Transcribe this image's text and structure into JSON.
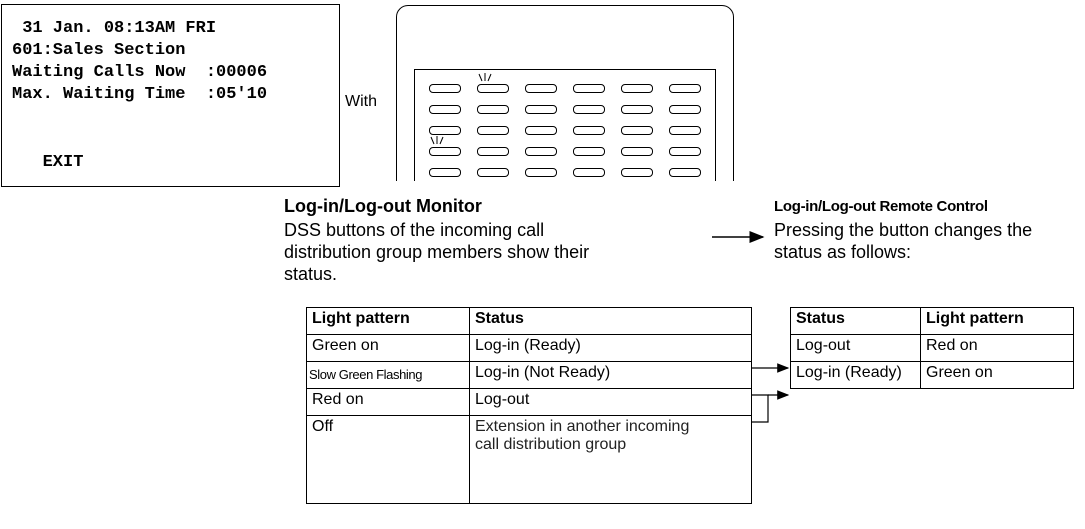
{
  "lcd": {
    "lines": [
      " 31 Jan. 08:13AM FRI",
      "601:Sales Section",
      "Waiting Calls Now  :00006",
      "Max. Waiting Time  :05'10",
      "",
      "   EXIT"
    ]
  },
  "with_label": "With",
  "monitor": {
    "title": "Log-in/Log-out Monitor",
    "description": "DSS buttons of the incoming call distribution group members show their status."
  },
  "remote": {
    "title": "Log-in/Log-out Remote Control",
    "description": "Pressing the button changes the status as follows:"
  },
  "table_monitor": {
    "headers": [
      "Light pattern",
      "Status"
    ],
    "rows": [
      [
        "Green on",
        "Log-in (Ready)"
      ],
      [
        "Slow Green Flashing",
        "Log-in (Not Ready)"
      ],
      [
        "Red on",
        "Log-out"
      ],
      [
        "Off",
        "Extension in another incoming call distribution group"
      ]
    ]
  },
  "table_remote": {
    "headers": [
      "Status",
      "Light pattern"
    ],
    "rows": [
      [
        "Log-out",
        "Red on"
      ],
      [
        "Log-in (Ready)",
        "Green on"
      ]
    ]
  }
}
